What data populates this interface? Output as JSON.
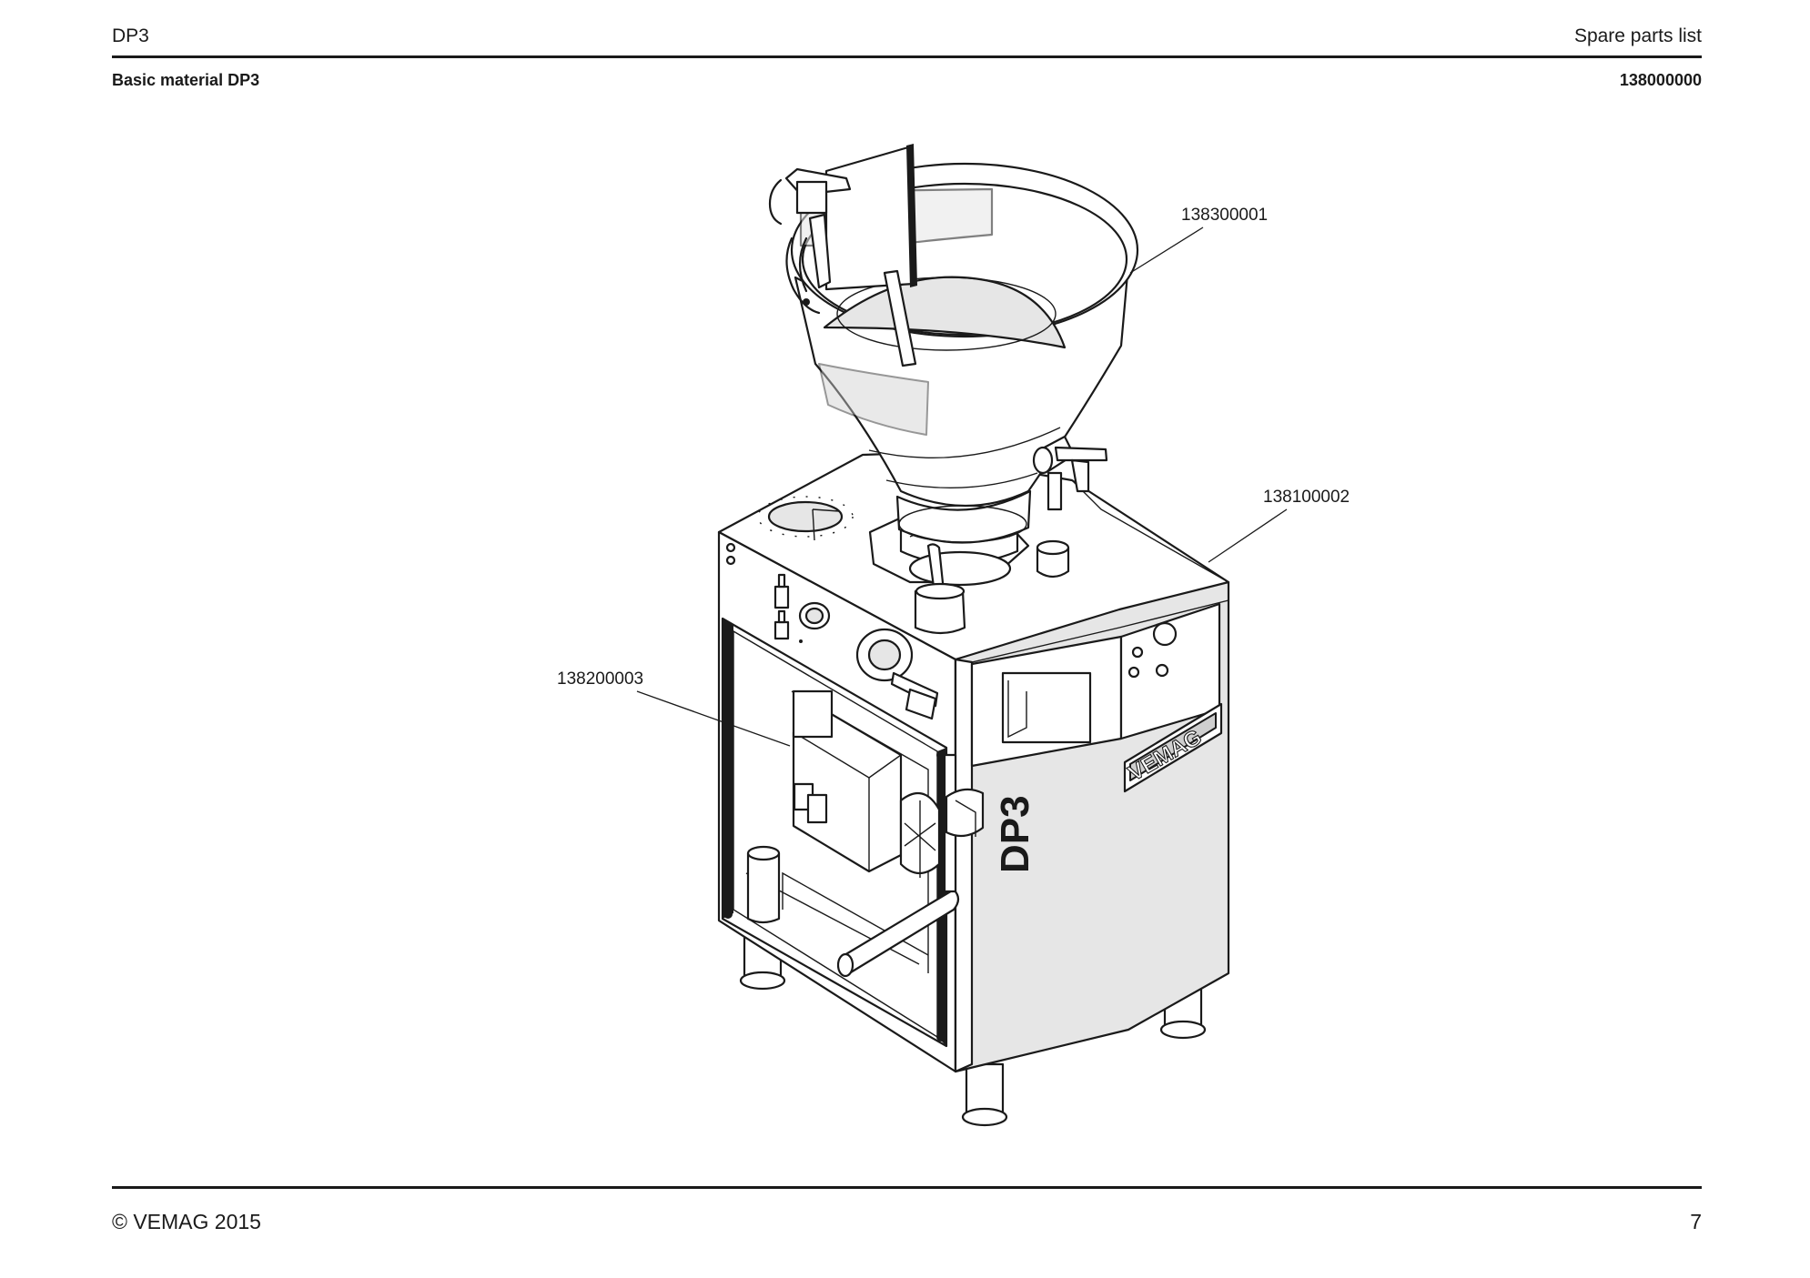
{
  "header": {
    "doc_code": "DP3",
    "doc_type": "Spare parts list",
    "section_title": "Basic material DP3",
    "section_number": "138000000"
  },
  "drawing": {
    "callouts": [
      {
        "id": "hopper",
        "label": "138300001"
      },
      {
        "id": "housing",
        "label": "138100002"
      },
      {
        "id": "drive",
        "label": "138200003"
      }
    ],
    "machine_brand": "VEMAG",
    "machine_model": "DP3"
  },
  "footer": {
    "copyright": "© VEMAG 2015",
    "page_number": "7"
  }
}
